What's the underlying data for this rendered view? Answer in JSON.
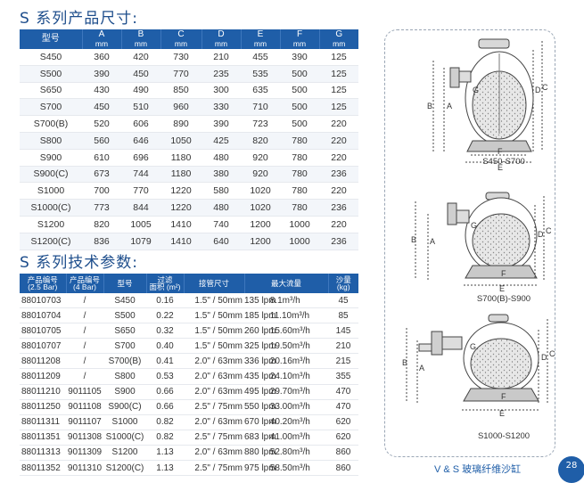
{
  "size_title": "S 系列产品尺寸:",
  "size_headers": [
    {
      "label": "型号",
      "unit": ""
    },
    {
      "label": "A",
      "unit": "mm"
    },
    {
      "label": "B",
      "unit": "mm"
    },
    {
      "label": "C",
      "unit": "mm"
    },
    {
      "label": "D",
      "unit": "mm"
    },
    {
      "label": "E",
      "unit": "mm"
    },
    {
      "label": "F",
      "unit": "mm"
    },
    {
      "label": "G",
      "unit": "mm"
    }
  ],
  "size_rows": [
    [
      "S450",
      "360",
      "420",
      "730",
      "210",
      "455",
      "390",
      "125"
    ],
    [
      "S500",
      "390",
      "450",
      "770",
      "235",
      "535",
      "500",
      "125"
    ],
    [
      "S650",
      "430",
      "490",
      "850",
      "300",
      "635",
      "500",
      "125"
    ],
    [
      "S700",
      "450",
      "510",
      "960",
      "330",
      "710",
      "500",
      "125"
    ],
    [
      "S700(B)",
      "520",
      "606",
      "890",
      "390",
      "723",
      "500",
      "220"
    ],
    [
      "S800",
      "560",
      "646",
      "1050",
      "425",
      "820",
      "780",
      "220"
    ],
    [
      "S900",
      "610",
      "696",
      "1180",
      "480",
      "920",
      "780",
      "220"
    ],
    [
      "S900(C)",
      "673",
      "744",
      "1180",
      "380",
      "920",
      "780",
      "236"
    ],
    [
      "S1000",
      "700",
      "770",
      "1220",
      "580",
      "1020",
      "780",
      "220"
    ],
    [
      "S1000(C)",
      "773",
      "844",
      "1220",
      "480",
      "1020",
      "780",
      "236"
    ],
    [
      "S1200",
      "820",
      "1005",
      "1410",
      "740",
      "1200",
      "1000",
      "220"
    ],
    [
      "S1200(C)",
      "836",
      "1079",
      "1410",
      "640",
      "1200",
      "1000",
      "236"
    ]
  ],
  "tech_title": "S 系列技术参数:",
  "tech_headers": [
    {
      "l1": "产品编号",
      "l2": "(2.5 Bar)"
    },
    {
      "l1": "产品编号",
      "l2": "(4 Bar)"
    },
    {
      "l1": "型号",
      "l2": ""
    },
    {
      "l1": "过滤",
      "l2": "面积 (m²)"
    },
    {
      "l1": "接管尺寸",
      "l2": ""
    },
    {
      "l1": "最大流量",
      "l2": ""
    },
    {
      "l1": "沙量",
      "l2": "(kg)"
    }
  ],
  "tech_rows": [
    [
      "88010703",
      "/",
      "S450",
      "0.16",
      "1.5\" / 50mm",
      "135 lpm",
      "8.1m³/h",
      "45"
    ],
    [
      "88010704",
      "/",
      "S500",
      "0.22",
      "1.5\" / 50mm",
      "185 lpm",
      "11.10m³/h",
      "85"
    ],
    [
      "88010705",
      "/",
      "S650",
      "0.32",
      "1.5\" / 50mm",
      "260 lpm",
      "15.60m³/h",
      "145"
    ],
    [
      "88010707",
      "/",
      "S700",
      "0.40",
      "1.5\" / 50mm",
      "325 lpm",
      "19.50m³/h",
      "210"
    ],
    [
      "88011208",
      "/",
      "S700(B)",
      "0.41",
      "2.0\" / 63mm",
      "336 lpm",
      "20.16m³/h",
      "215"
    ],
    [
      "88011209",
      "/",
      "S800",
      "0.53",
      "2.0\" / 63mm",
      "435 lpm",
      "24.10m³/h",
      "355"
    ],
    [
      "88011210",
      "9011105",
      "S900",
      "0.66",
      "2.0\" / 63mm",
      "495 lpm",
      "29.70m³/h",
      "470"
    ],
    [
      "88011250",
      "9011108",
      "S900(C)",
      "0.66",
      "2.5\" / 75mm",
      "550 lpm",
      "33.00m³/h",
      "470"
    ],
    [
      "88011311",
      "9011107",
      "S1000",
      "0.82",
      "2.0\" / 63mm",
      "670 lpm",
      "40.20m³/h",
      "620"
    ],
    [
      "88011351",
      "9011308",
      "S1000(C)",
      "0.82",
      "2.5\" / 75mm",
      "683 lpm",
      "41.00m³/h",
      "620"
    ],
    [
      "88011313",
      "9011309",
      "S1200",
      "1.13",
      "2.0\" / 63mm",
      "880 lpm",
      "52.80m³/h",
      "860"
    ],
    [
      "88011352",
      "9011310",
      "S1200(C)",
      "1.13",
      "2.5\" / 75mm",
      "975 lpm",
      "58.50m³/h",
      "860"
    ]
  ],
  "diagrams": [
    {
      "caption": "S450-S700"
    },
    {
      "caption": "S700(B)-S900"
    },
    {
      "caption": "S1000-S1200"
    }
  ],
  "dim_letters": {
    "a": "A",
    "b": "B",
    "c": "C",
    "d": "D",
    "e": "E",
    "f": "F",
    "g": "G"
  },
  "footer": "V & S 玻璃纤维沙缸",
  "page_number": "28",
  "colors": {
    "header_bg": "#1f5ea8",
    "title": "#1e4e8c"
  }
}
